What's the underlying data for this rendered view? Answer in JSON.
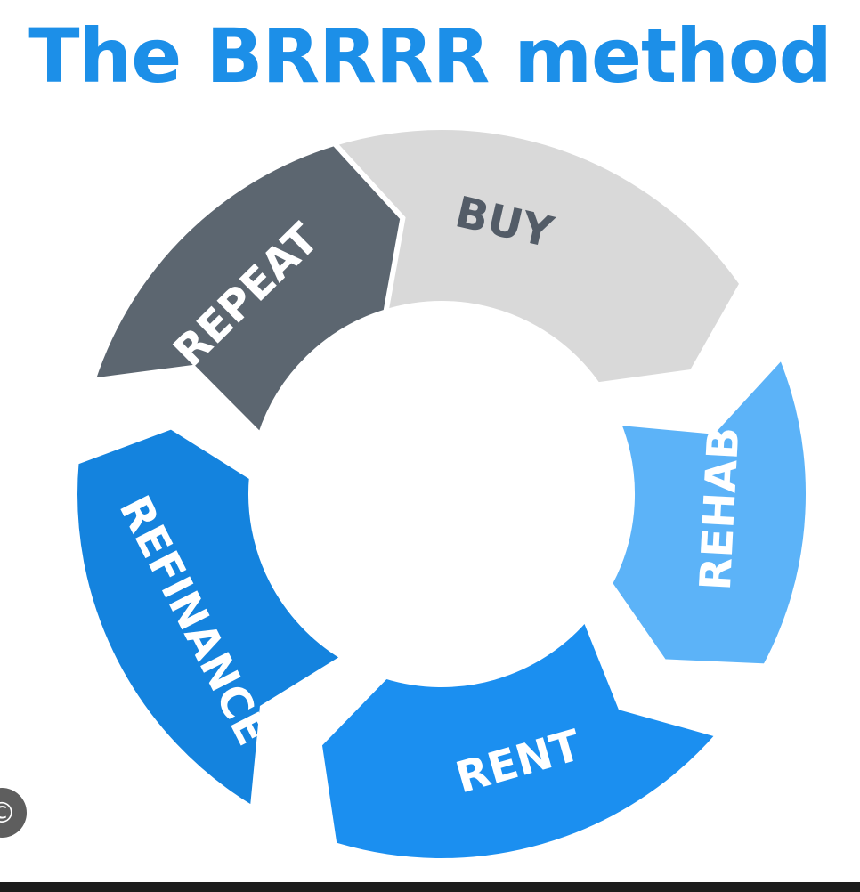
{
  "title": "The BRRRR method",
  "stages": [
    {
      "label": "BUY",
      "color": "#d9d9d9",
      "text_color": "#535c67"
    },
    {
      "label": "REHAB",
      "color": "#5cb3f8",
      "text_color": "#ffffff"
    },
    {
      "label": "RENT",
      "color": "#1b8ff0",
      "text_color": "#ffffff"
    },
    {
      "label": "REFINANCE",
      "color": "#1483de",
      "text_color": "#ffffff"
    },
    {
      "label": "REPEAT",
      "color": "#5c6670",
      "text_color": "#ffffff"
    }
  ],
  "badge_icon": "copyright-icon",
  "badge_glyph": "©"
}
